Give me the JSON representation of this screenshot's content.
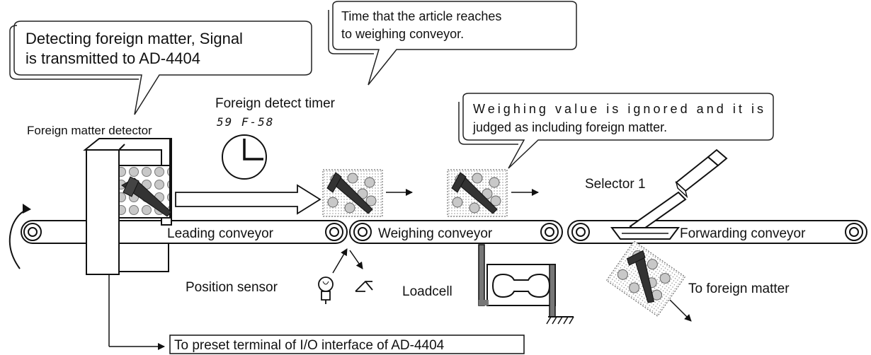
{
  "callouts": {
    "detector_line1": "Detecting foreign matter, Signal",
    "detector_line2": "is transmitted to AD-4404",
    "timer_line1": "Time that the article reaches",
    "timer_line2": "to weighing conveyor.",
    "weigh_line1": "Weighing value is ignored and it is",
    "weigh_line2": "judged as including foreign matter."
  },
  "labels": {
    "foreign_detect_timer": "Foreign detect timer",
    "timer_display": "59 F-58",
    "foreign_matter_detector": "Foreign matter detector",
    "leading_conveyor": "Leading conveyor",
    "weighing_conveyor": "Weighing conveyor",
    "forwarding_conveyor": "Forwarding conveyor",
    "selector": "Selector 1",
    "position_sensor": "Position sensor",
    "loadcell": "Loadcell",
    "to_foreign_matter": "To foreign matter",
    "preset_terminal": "To preset terminal of I/O interface of AD-4404"
  },
  "icons": [
    "clock-icon",
    "lamp-icon",
    "sensor-receiver-icon",
    "loadcell-icon",
    "ground-icon",
    "selector-arm-icon"
  ]
}
